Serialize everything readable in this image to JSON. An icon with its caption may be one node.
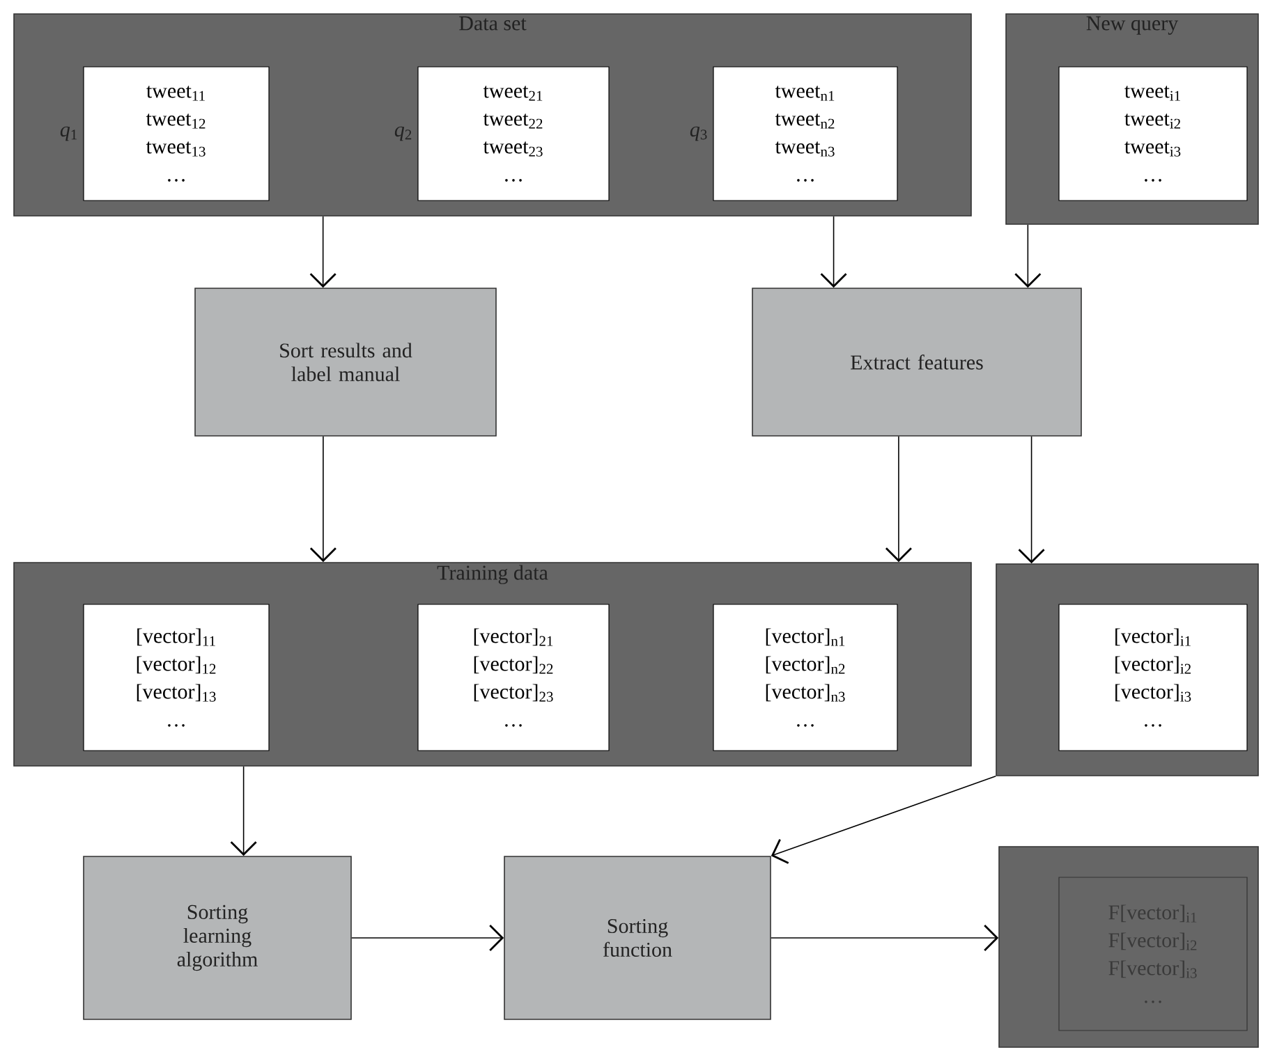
{
  "diagram": {
    "nodes": [
      {
        "text": [
          "Data set"
        ]
      },
      {
        "text": [
          "tweet$_{11}$",
          "tweet$_{12}$",
          "tweet$_{13}$",
          "…"
        ],
        "in": 0,
        "beside": [
          "*q*$_{1}$"
        ]
      },
      {
        "text": [
          "tweet$_{21}$",
          "tweet$_{22}$",
          "tweet$_{23}$",
          "…"
        ],
        "in": 0,
        "beside": [
          "*q*$_{2}$"
        ]
      },
      {
        "text": [
          "tweet$_{n1}$",
          "tweet$_{n2}$",
          "tweet$_{n3}$",
          "…"
        ],
        "in": 0,
        "beside": [
          "*q*$_{3}$"
        ]
      },
      {
        "text": [
          "New query"
        ]
      },
      {
        "text": [
          "tweet$_{i1}$",
          "tweet$_{i2}$",
          "tweet$_{i3}$",
          "…"
        ],
        "in": 4
      },
      {
        "text": [
          "Sort results and label manual"
        ]
      },
      {
        "text": [
          "Extract features"
        ]
      },
      {
        "text": [
          "Training data"
        ]
      },
      {
        "text": [
          "[vector]$_{11}$",
          "[vector]$_{12}$",
          "[vector]$_{13}$",
          "…"
        ],
        "in": 8
      },
      {
        "text": [
          "[vector]$_{21}$",
          "[vector]$_{22}$",
          "[vector]$_{23}$",
          "…"
        ],
        "in": 8
      },
      {
        "text": [
          "[vector]$_{n1}$",
          "[vector]$_{n2}$",
          "[vector]$_{n3}$",
          "…"
        ],
        "in": 8
      },
      {
        "text": [],
        "shape": "box"
      },
      {
        "text": [
          "[vector]$_{i1}$",
          "[vector]$_{i2}$",
          "[vector]$_{i3}$",
          "…"
        ],
        "in": 12
      },
      {
        "text": [
          "Sorting learning algorithm"
        ]
      },
      {
        "text": [
          "Sorting function"
        ]
      },
      {
        "text": [],
        "shape": "box"
      },
      {
        "text": [
          "F[vector]$_{i1}$",
          "F[vector]$_{i2}$",
          "F[vector]$_{i3}$",
          "…"
        ],
        "in": 16
      }
    ],
    "edges": [
      {
        "from": 0,
        "to": 6,
        "arrow": "to"
      },
      {
        "from": 0,
        "to": 7,
        "arrow": "to"
      },
      {
        "from": 4,
        "to": 7,
        "arrow": "to"
      },
      {
        "from": 6,
        "to": 8,
        "arrow": "to"
      },
      {
        "from": 7,
        "to": 8,
        "arrow": "to"
      },
      {
        "from": 7,
        "to": 12,
        "arrow": "to"
      },
      {
        "from": 8,
        "to": 14,
        "arrow": "to"
      },
      {
        "from": 12,
        "to": 15,
        "arrow": "to"
      },
      {
        "from": 14,
        "to": 15,
        "arrow": "to"
      },
      {
        "from": 15,
        "to": 16,
        "arrow": "to"
      }
    ]
  }
}
